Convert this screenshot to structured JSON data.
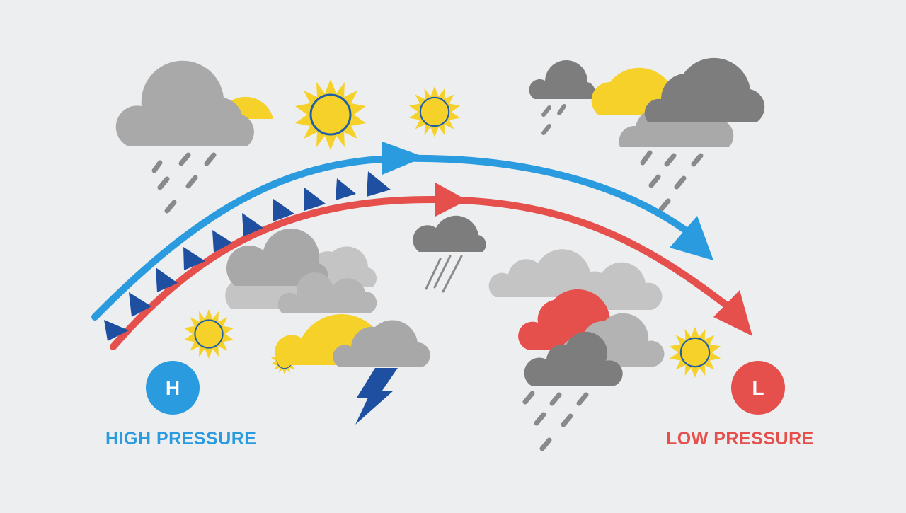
{
  "colors": {
    "background": "#eceef0",
    "high_pressure": "#2b9be0",
    "low_pressure": "#e5504d",
    "cold_front": "#1e4fa0",
    "sun": "#f6d12a",
    "sun_ring": "#1f5fa8",
    "cloud_light": "#c4c4c4",
    "cloud_mid": "#a8a8a8",
    "cloud_dark": "#7d7d7d",
    "rain": "#8a8a8a",
    "lightning": "#1e4fa0"
  },
  "high": {
    "symbol": "H",
    "label": "HIGH PRESSURE"
  },
  "low": {
    "symbol": "L",
    "label": "LOW PRESSURE"
  },
  "icons": [
    "sun-icon",
    "cloud-icon",
    "rain-icon",
    "storm-cloud-icon",
    "lightning-icon",
    "arrow-icon",
    "cold-front-icon"
  ]
}
